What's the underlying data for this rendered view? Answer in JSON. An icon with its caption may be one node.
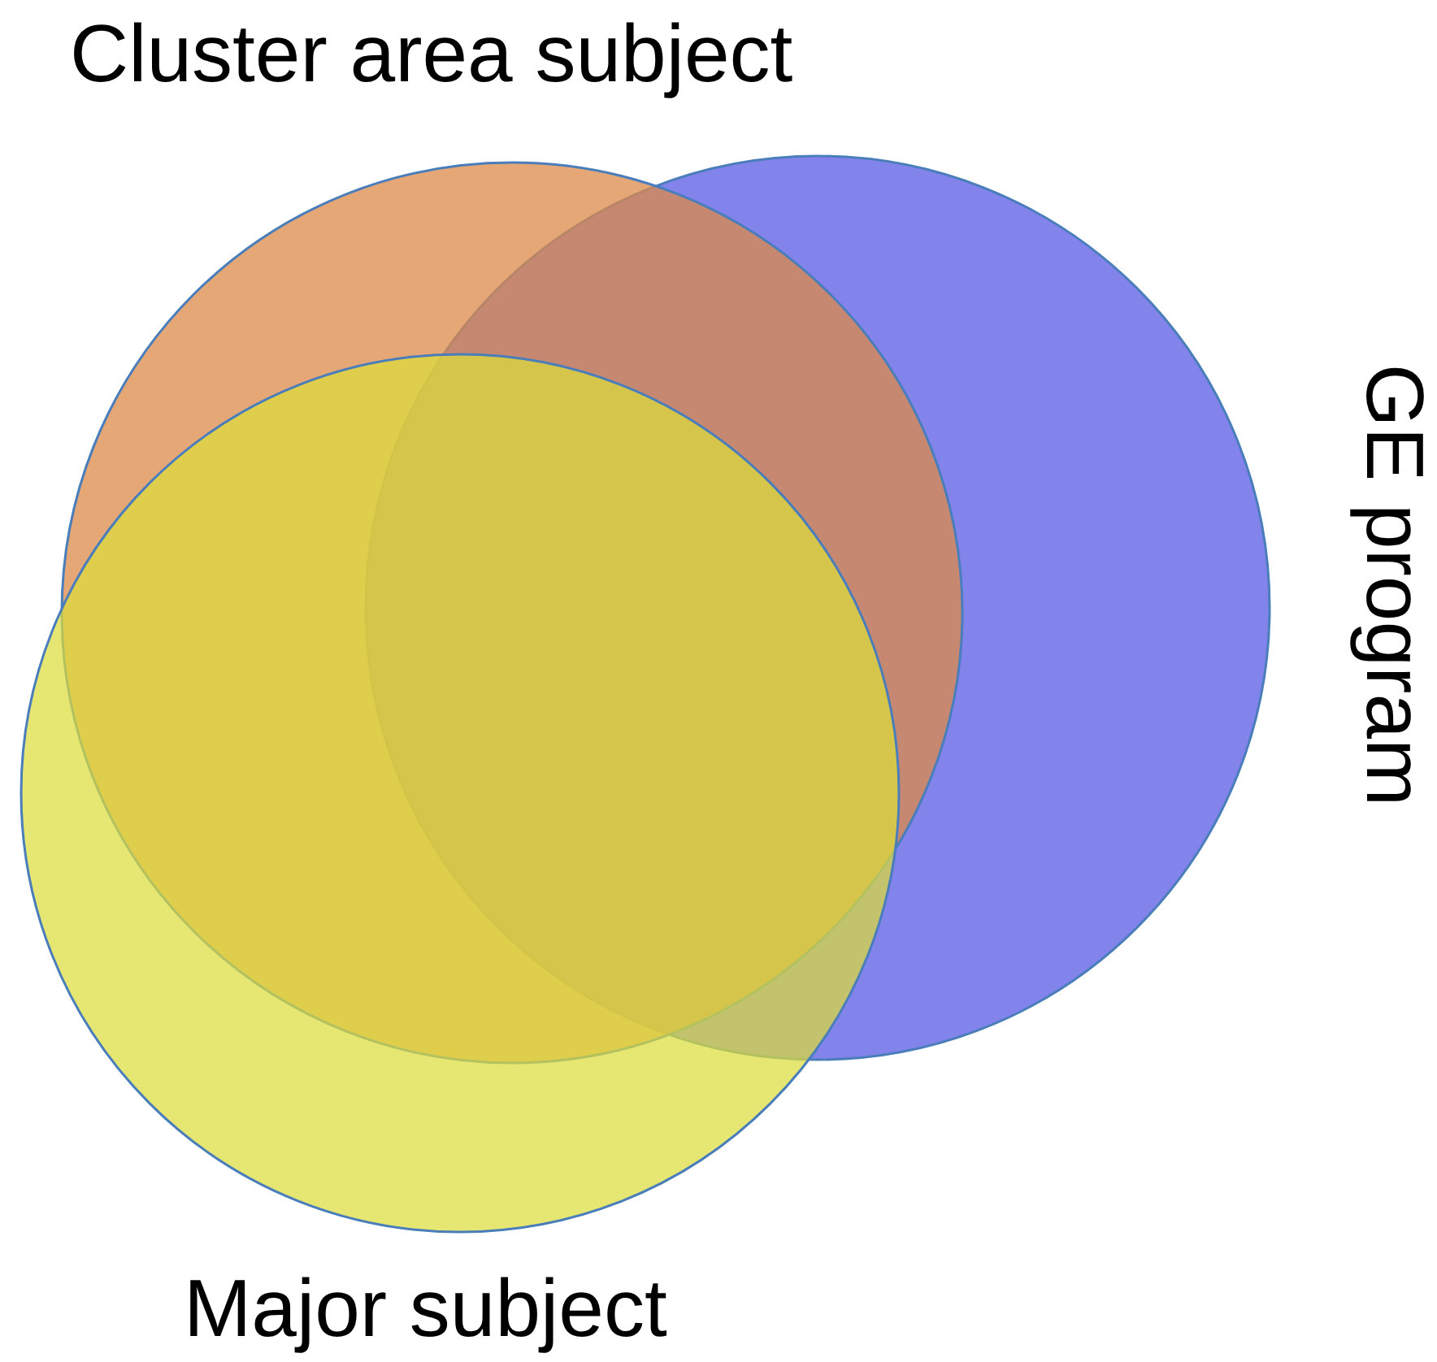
{
  "diagram": {
    "nodes": [
      {
        "text": [
          "Cluster area subject"
        ]
      },
      {
        "text": [
          "GE program"
        ]
      },
      {
        "text": [
          "Major subject"
        ]
      }
    ]
  }
}
